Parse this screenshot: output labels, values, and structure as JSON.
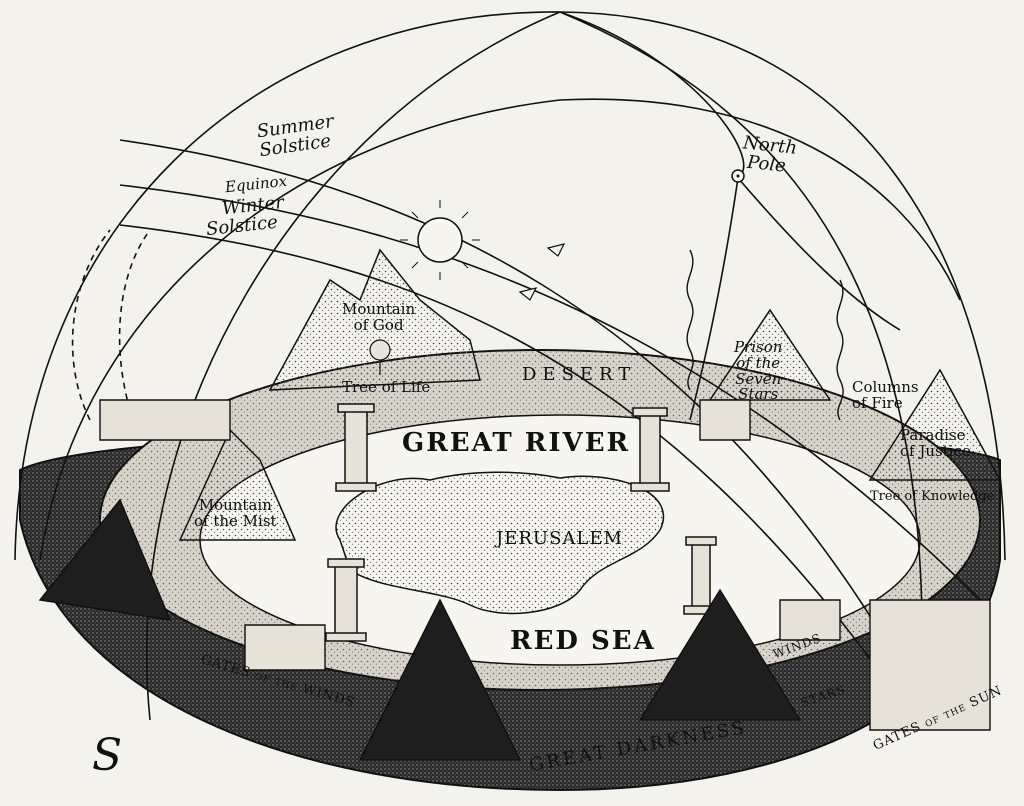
{
  "labels": {
    "summer_solstice_1": "Summer",
    "summer_solstice_2": "Solstice",
    "equinox": "Equinox",
    "winter_solstice_1": "Winter",
    "winter_solstice_2": "Solstice",
    "north_pole_1": "North",
    "north_pole_2": "Pole",
    "mountain_of_god_1": "Mountain",
    "mountain_of_god_2": "of God",
    "tree_of_life": "Tree of Life",
    "desert": "DESERT",
    "prison_1": "Prison",
    "prison_2": "of the",
    "prison_3": "Seven",
    "prison_4": "Stars",
    "columns_of_fire_1": "Columns",
    "columns_of_fire_2": "of Fire",
    "paradise_1": "Paradise",
    "paradise_2": "of Justice",
    "tree_of_knowledge": "Tree of Knowledge",
    "great_river": "GREAT RIVER",
    "mountain_of_mist_1": "Mountain",
    "mountain_of_mist_2": "of the Mist",
    "jerusalem": "JERUSALEM",
    "red_sea": "RED SEA",
    "gates_of_winds": "GATES of the WINDS",
    "winds": "WINDS",
    "stars": "STARS",
    "gates_of_sun": "GATES of the SUN",
    "great_darkness": "GREAT DARKNESS",
    "south_mark": "S"
  },
  "colors": {
    "ink": "#111111",
    "paper": "#f4f2ec",
    "land": "#cfcac0",
    "water": "#f7f5ef",
    "dark": "#1a1a1a"
  }
}
